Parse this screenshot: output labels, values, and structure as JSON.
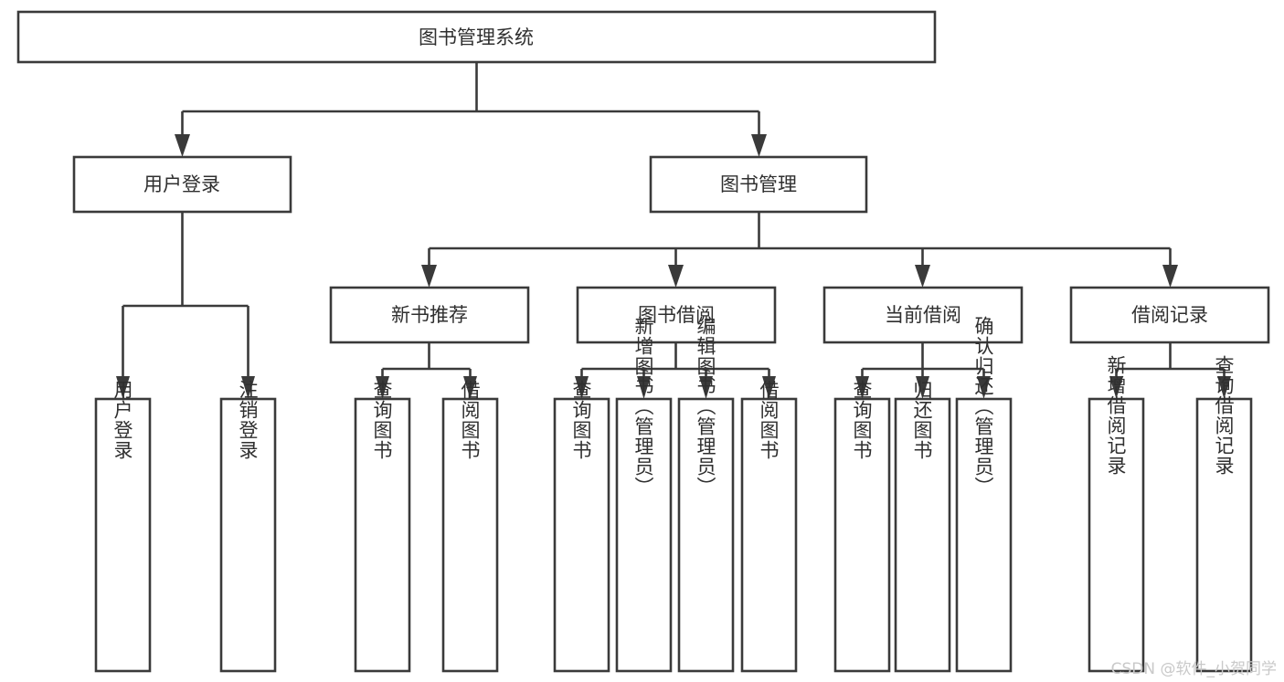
{
  "diagram": {
    "type": "tree",
    "title": "图书管理系统",
    "watermark": "CSDN @软件_小贺同学",
    "colors": {
      "stroke": "#3a3a3a",
      "box_fill": "#ffffff",
      "text": "#2f2f2f",
      "background": "#ffffff",
      "watermark": "#c9c9c9"
    },
    "root": {
      "label": "图书管理系统"
    },
    "level1": [
      {
        "label": "用户登录"
      },
      {
        "label": "图书管理"
      }
    ],
    "level2": [
      {
        "label": "新书推荐"
      },
      {
        "label": "图书借阅"
      },
      {
        "label": "当前借阅"
      },
      {
        "label": "借阅记录"
      }
    ],
    "leaves": {
      "user_login": [
        {
          "label": "用户登录"
        },
        {
          "label": "注销登录"
        }
      ],
      "new_book_recommend": [
        {
          "label": "查询图书"
        },
        {
          "label": "借阅图书"
        }
      ],
      "book_borrow": [
        {
          "label": "查询图书"
        },
        {
          "label": "新增图书（管理员）"
        },
        {
          "label": "编辑图书（管理员）"
        },
        {
          "label": "借阅图书"
        }
      ],
      "current_borrow": [
        {
          "label": "查询图书"
        },
        {
          "label": "归还图书"
        },
        {
          "label": "确认归还（管理员）"
        }
      ],
      "borrow_record": [
        {
          "label": "新增借阅记录"
        },
        {
          "label": "查询借阅记录"
        }
      ]
    }
  }
}
